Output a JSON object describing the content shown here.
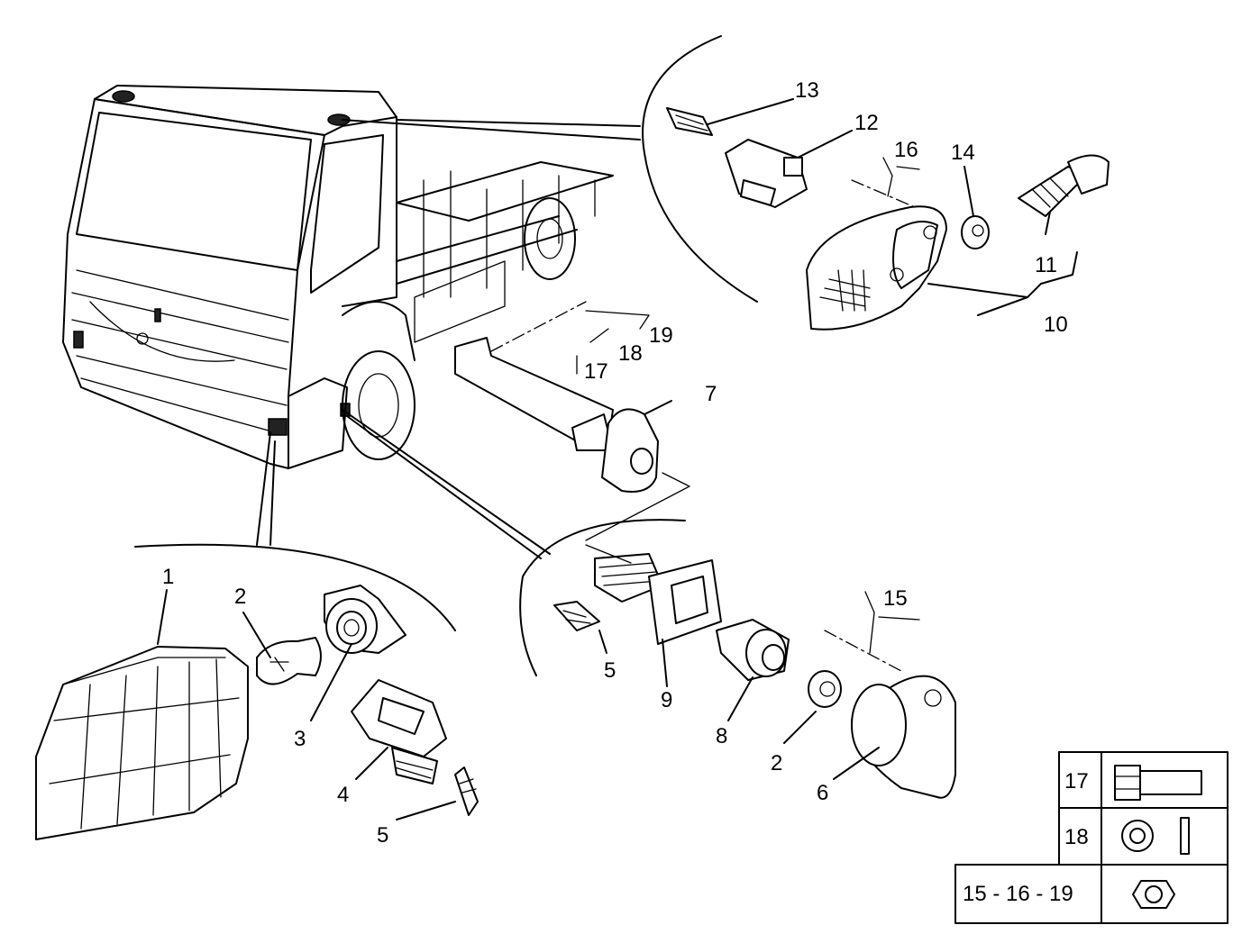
{
  "callouts": {
    "n1": "1",
    "n2a": "2",
    "n3": "3",
    "n4": "4",
    "n5a": "5",
    "n5b": "5",
    "n9": "9",
    "n8": "8",
    "n2b": "2",
    "n6": "6",
    "n15": "15",
    "n7": "7",
    "n17": "17",
    "n18": "18",
    "n19": "19",
    "n13": "13",
    "n12": "12",
    "n16": "16",
    "n14": "14",
    "n11": "11",
    "n10": "10"
  },
  "legend": {
    "rows": [
      {
        "label": "17",
        "icon": "bolt-icon"
      },
      {
        "label": "18",
        "icon": "washer-icon"
      },
      {
        "label": "15 - 16 - 19",
        "icon": "nut-icon"
      }
    ]
  }
}
